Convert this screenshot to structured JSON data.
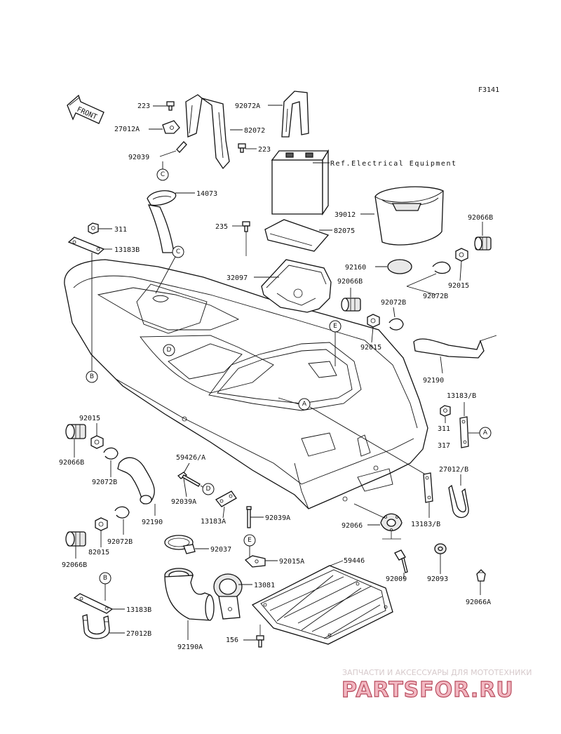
{
  "diagram_code": "F3141",
  "front_label": "FRONT",
  "reference_note": "Ref.Electrical Equipment",
  "callouts": {
    "c1": "C",
    "c2": "C",
    "d1": "D",
    "d2": "D",
    "e1": "E",
    "e2": "E",
    "a1": "A",
    "a2": "A",
    "b1": "B",
    "b2": "B"
  },
  "parts": {
    "p223a": "223",
    "p27012a": "27012A",
    "p92039": "92039",
    "p92072a": "92072A",
    "p82072": "82072",
    "p223b": "223",
    "p14073": "14073",
    "p311a": "311",
    "p13183b_top": "13183B",
    "p235": "235",
    "p82075": "82075",
    "p39012": "39012",
    "p92066b_top": "92066B",
    "p32097": "32097",
    "p92160": "92160",
    "p92015_r": "92015",
    "p92072b_r": "92072B",
    "p92066b_mid": "92066B",
    "p92072b_mid": "92072B",
    "p92015_mid": "92015",
    "p92190_r": "92190",
    "p13183_b_r": "13183/B",
    "p311b": "311",
    "p317": "317",
    "p27012_b": "27012/B",
    "p92015_l": "92015",
    "p92066b_l": "92066B",
    "p92072b_l": "92072B",
    "p59426": "59426/A",
    "p92039a_l": "92039A",
    "p92190_l": "92190",
    "p13183a": "13183A",
    "p92039a_c": "92039A",
    "p92066": "92066",
    "p13183_b_c": "13183/B",
    "p82015": "82015",
    "p92072b_l2": "92072B",
    "p92066b_l2": "92066B",
    "p92037": "92037",
    "p92015a": "92015A",
    "p59446": "59446",
    "p92009": "92009",
    "p92093": "92093",
    "p92066a": "92066A",
    "p13081": "13081",
    "p13183b_bot": "13183B",
    "p27012b": "27012B",
    "p92190a": "92190A",
    "p156": "156"
  },
  "watermark": {
    "caption": "ЗАПЧАСТИ И АКСЕССУАРЫ ДЛЯ МОТОТЕХНИКИ",
    "logo": "PARTSFOR.RU"
  }
}
